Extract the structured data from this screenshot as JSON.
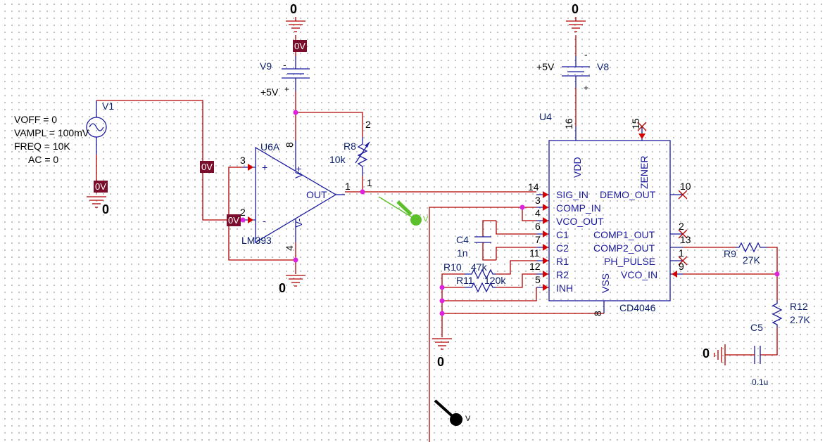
{
  "ground_net": "0",
  "voltage_markers": [
    "0V",
    "0V",
    "0V",
    "0V"
  ],
  "sources": {
    "v1": {
      "ref": "V1",
      "params": [
        "VOFF = 0",
        "VAMPL = 100mV",
        "FREQ = 10K",
        "AC = 0"
      ]
    },
    "v9": {
      "ref": "V9",
      "value": "+5V",
      "minus": "-",
      "plus": "+"
    },
    "v8": {
      "ref": "V8",
      "value": "+5V",
      "minus": "-",
      "plus": "+"
    }
  },
  "comparator": {
    "ref": "U6A",
    "part": "LM393",
    "pins": {
      "in_plus": "3",
      "in_minus": "2",
      "vplus": "8",
      "vminus": "4",
      "out": "1"
    },
    "labels": {
      "plus": "+",
      "minus": "-",
      "out": "OUT",
      "vp": "V+",
      "vm": "V-"
    }
  },
  "resistors": {
    "r8": {
      "ref": "R8",
      "value": "10k",
      "pin_top": "2",
      "pin_wiper": "1"
    },
    "r9": {
      "ref": "R9",
      "value": "27K"
    },
    "r10": {
      "ref": "R10",
      "value": "47k"
    },
    "r11": {
      "ref": "R11",
      "value": "120k"
    },
    "r12": {
      "ref": "R12",
      "value": "2.7K"
    }
  },
  "capacitors": {
    "c4": {
      "ref": "C4",
      "value": "1n"
    },
    "c5": {
      "ref": "C5",
      "value": "0.1u"
    }
  },
  "pll": {
    "ref": "U4",
    "part": "CD4046",
    "vdd": {
      "name": "VDD",
      "pin": "16"
    },
    "zener": {
      "name": "ZENER",
      "pin": "15"
    },
    "vss": {
      "name": "VSS",
      "pin": "8"
    },
    "left_pins": [
      {
        "pin": "14",
        "name": "SIG_IN"
      },
      {
        "pin": "3",
        "name": "COMP_IN"
      },
      {
        "pin": "4",
        "name": "VCO_OUT"
      },
      {
        "pin": "6",
        "name": "C1"
      },
      {
        "pin": "7",
        "name": "C2"
      },
      {
        "pin": "11",
        "name": "R1"
      },
      {
        "pin": "12",
        "name": "R2"
      },
      {
        "pin": "5",
        "name": "INH"
      }
    ],
    "right_pins": [
      {
        "pin": "10",
        "name": "DEMO_OUT"
      },
      {
        "pin": "2",
        "name": "COMP1_OUT"
      },
      {
        "pin": "13",
        "name": "COMP2_OUT"
      },
      {
        "pin": "1",
        "name": "PH_PULSE"
      },
      {
        "pin": "9",
        "name": "VCO_IN"
      }
    ]
  },
  "probes": {
    "green": "V",
    "black": "V"
  },
  "colors": {
    "wire": "#b00000",
    "component": "#1a1a9e",
    "junction": "#e020e0",
    "marker_bg": "#7a0c2c",
    "probe_green": "#5cc02a",
    "probe_black": "#000000"
  }
}
